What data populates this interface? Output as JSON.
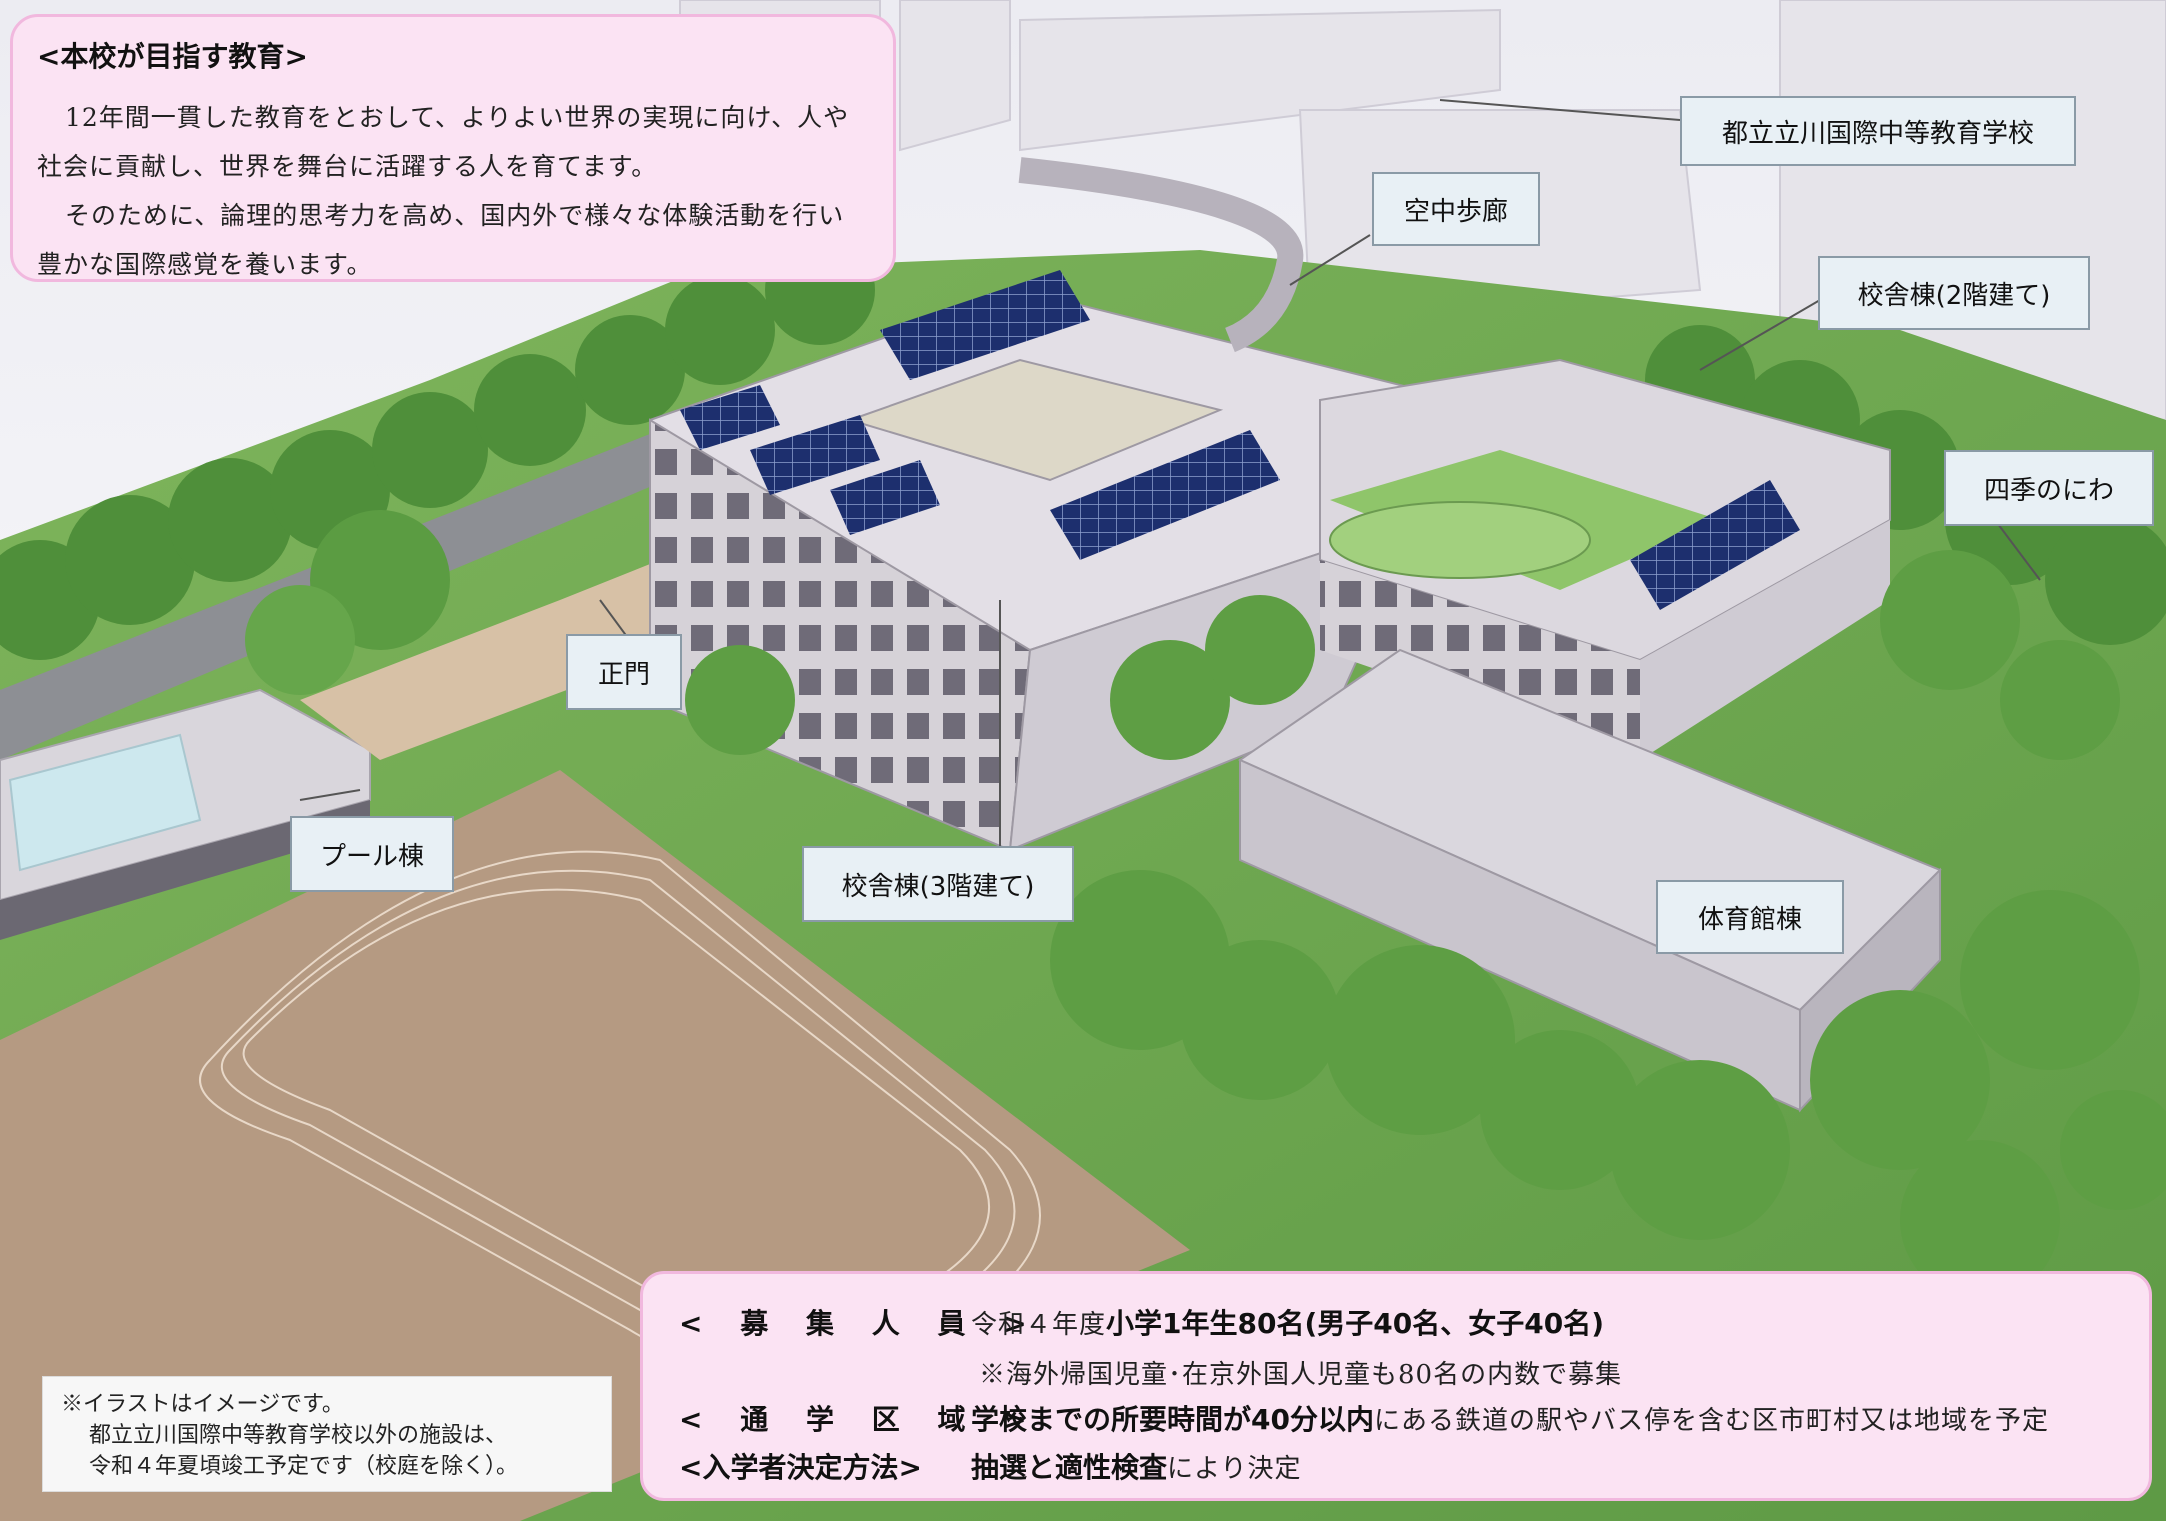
{
  "mission": {
    "heading": "<本校が目指す教育>",
    "line1": "12年間一貫した教育をとおして、よりよい世界の実現に向け、人や",
    "line2": "社会に貢献し、世界を舞台に活躍する人を育てます。",
    "line3": "そのために、論理的思考力を高め、国内外で様々な体験活動を行い",
    "line4": "豊かな国際感覚を養います。"
  },
  "labels": {
    "tachikawa_school": "都立立川国際中等教育学校",
    "skywalk": "空中歩廊",
    "building_2f": "校舎棟(2階建て)",
    "four_seasons_garden": "四季のにわ",
    "main_gate": "正門",
    "pool_building": "プール棟",
    "building_3f": "校舎棟(3階建て)",
    "gymnasium": "体育館棟"
  },
  "notes": {
    "line1": "※イラストはイメージです。",
    "line2": "都立立川国際中等教育学校以外の施設は、",
    "line3": "令和４年夏頃竣工予定です（校庭を除く）。"
  },
  "admissions": {
    "capacity_label": "< 募 集 人 員 >",
    "capacity_prefix": "令和４年度",
    "capacity_value": "小学1年生80名(男子40名、女子40名)",
    "capacity_note": "※海外帰国児童･在京外国人児童も80名の内数で募集",
    "district_label": "< 通 学 区 域 >",
    "district_bold": "学校までの所要時間が40分以内",
    "district_rest": "にある鉄道の駅やバス停を含む区市町村又は地域を予定",
    "method_label": "<入学者決定方法>",
    "method_bold": "抽選と適性検査",
    "method_rest": "により決定"
  },
  "colors": {
    "panel_pink": "#fbe3f3",
    "panel_border": "#f1b8de",
    "callout_bg": "#e8f0f5",
    "callout_border": "#8a9aa6"
  }
}
